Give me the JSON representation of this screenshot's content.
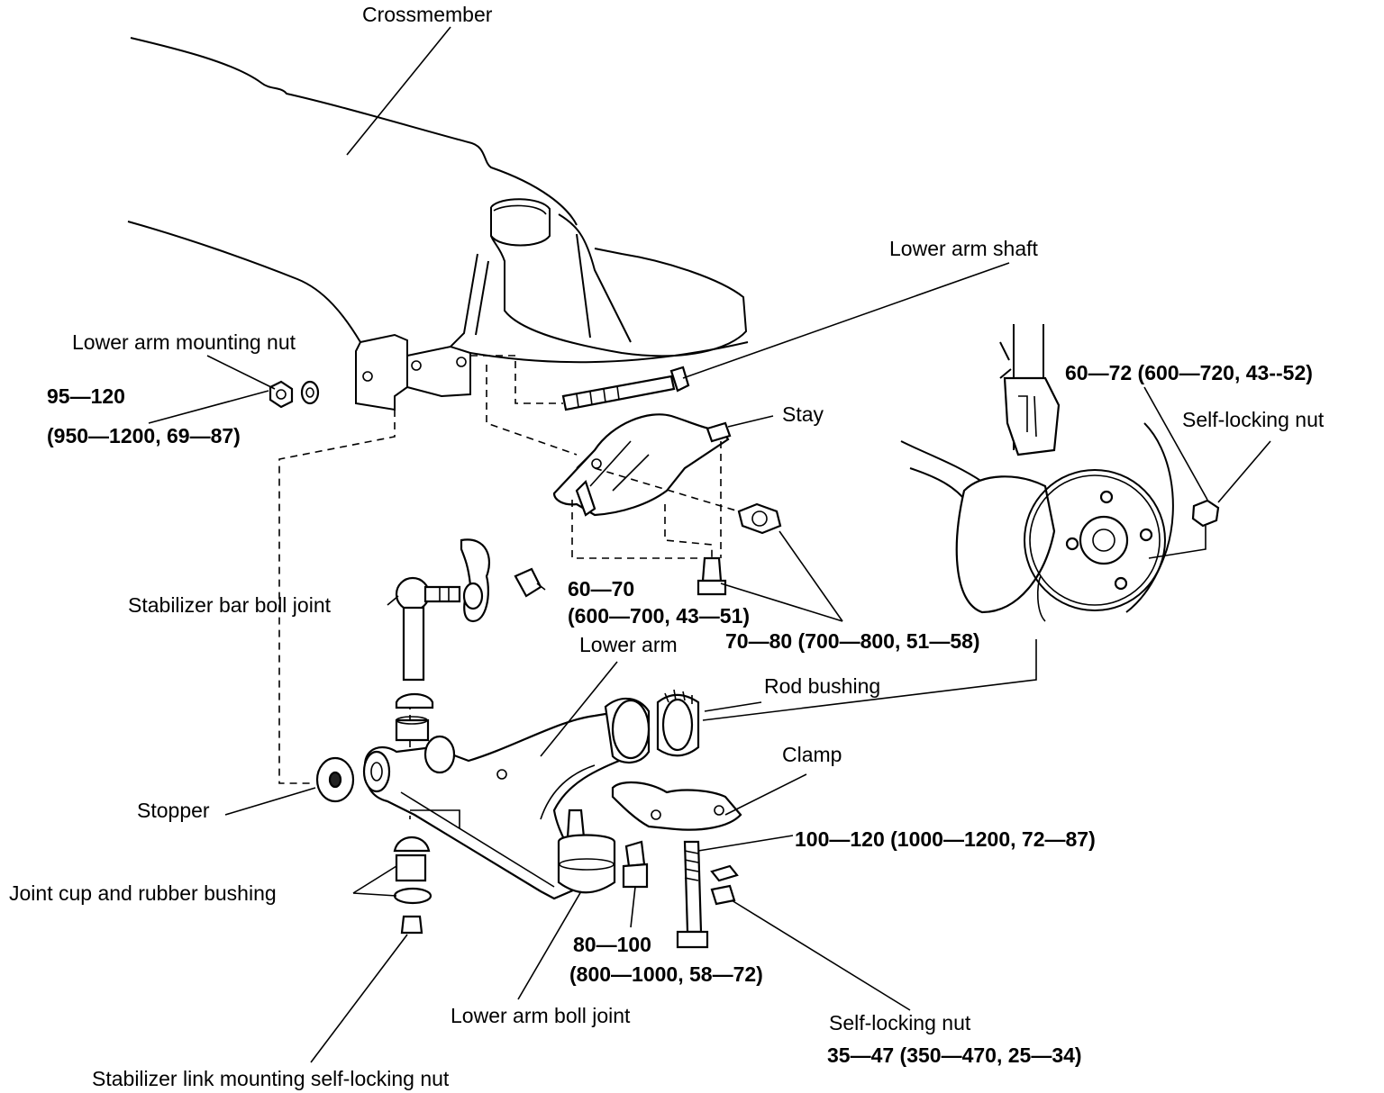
{
  "labels": {
    "crossmember": "Crossmember",
    "lower_arm_shaft": "Lower arm shaft",
    "lower_arm_mounting_nut": "Lower arm mounting nut",
    "mounting_nut_torque_1": "95—120",
    "mounting_nut_torque_2": "(950—1200, 69—87)",
    "torque_60_72": "60—72 (600—720, 43--52)",
    "self_locking_nut_top": "Self-locking nut",
    "stay": "Stay",
    "stabilizer_bar_ball_joint": "Stabilizer bar boll joint",
    "torque_60_70_1": "60—70",
    "torque_60_70_2": "(600—700, 43—51)",
    "torque_70_80": "70—80 (700—800, 51—58)",
    "lower_arm": "Lower arm",
    "rod_bushing": "Rod bushing",
    "clamp": "Clamp",
    "stopper": "Stopper",
    "torque_100_120": "100—120 (1000—1200, 72—87)",
    "joint_cup": "Joint cup and rubber bushing",
    "torque_80_100_1": "80—100",
    "torque_80_100_2": "(800—1000, 58—72)",
    "lower_arm_ball_joint": "Lower arm boll joint",
    "self_locking_nut_bottom": "Self-locking nut",
    "torque_35_47": "35—47 (350—470, 25—34)",
    "stabilizer_link_nut": "Stabilizer link mounting self-locking nut"
  }
}
